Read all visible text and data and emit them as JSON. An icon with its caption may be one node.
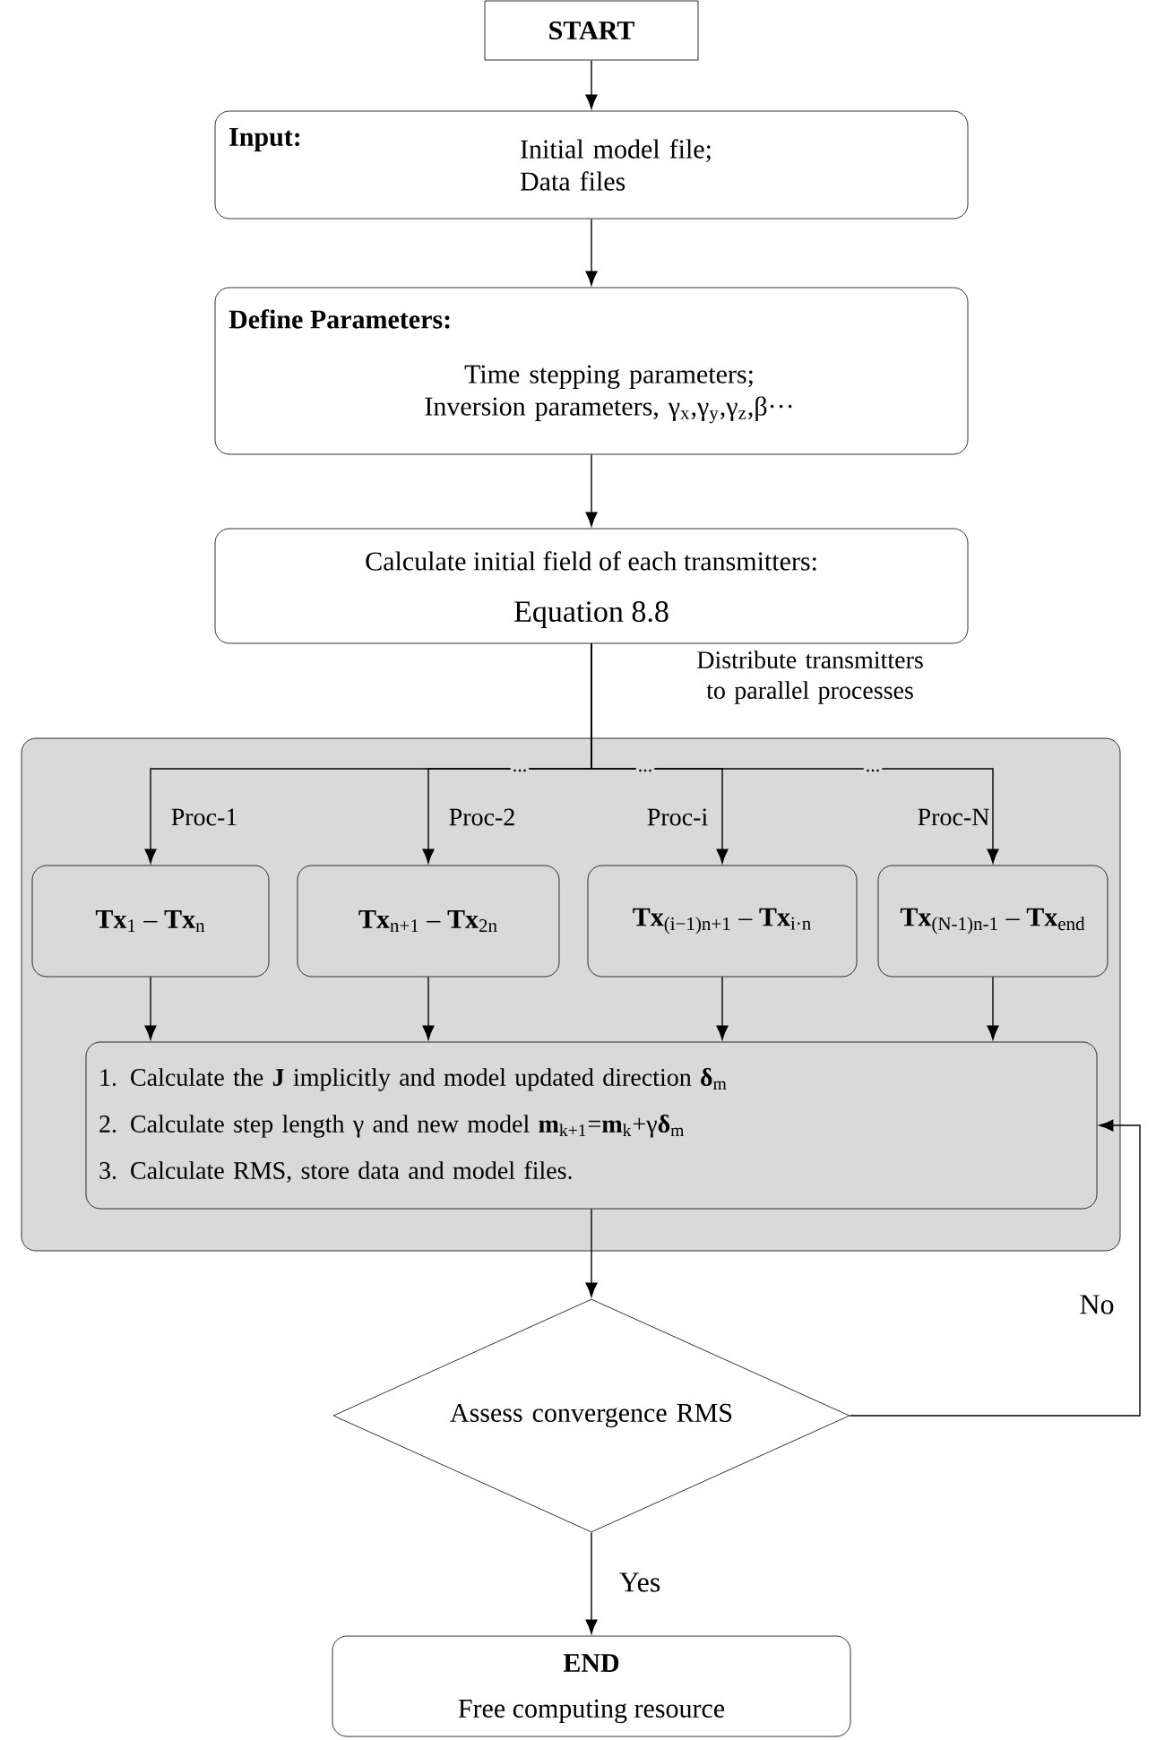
{
  "diagram": {
    "nodes": [
      {
        "text": [
          "START"
        ]
      },
      {
        "text": [
          "Input:",
          "Initial model file; Data files"
        ]
      },
      {
        "text": [
          "Define Parameters:",
          "Time stepping parameters; Inversion parameters, γ$_{x}$,γ$_{y}$,γ$_{z}$,β···"
        ]
      },
      {
        "text": [
          "Calculate initial field of each transmitters:",
          "Equation 8.8"
        ]
      },
      {
        "text": [],
        "shape": "box"
      },
      {
        "text": [
          "**Tx**$_{1}$ – **Tx**$_{n}$"
        ],
        "in": 4
      },
      {
        "text": [
          "**Tx**$_{n+1}$ – **Tx**$_{2n}$"
        ],
        "in": 4
      },
      {
        "text": [
          "**Tx**$_{(i−1)n+1}$ – **Tx**$_{i·n}$"
        ],
        "in": 4
      },
      {
        "text": [
          "**Tx**$_{(N-1)n-1}$ – **Tx**$_{end}$"
        ],
        "in": 4
      },
      {
        "text": [
          "1. Calculate the **J** implicitly and model updated direction **δ**$_{m}$",
          "2. Calculate step length γ and new model **m**$_{k+1}$=**m**$_{k}$+γ**δ**$_{m}$",
          "3. Calculate RMS, store data and model files."
        ],
        "in": 4
      },
      {
        "text": [
          "Assess convergence RMS"
        ]
      },
      {
        "text": [
          "END",
          "Free computing resource"
        ]
      }
    ],
    "edges": [
      {
        "from": 0,
        "to": 1,
        "arrow": "to"
      },
      {
        "from": 1,
        "to": 2,
        "arrow": "to"
      },
      {
        "from": 2,
        "to": 3,
        "arrow": "to"
      },
      {
        "from": 3,
        "to": 5,
        "arrow": "to",
        "label": "Proc-1"
      },
      {
        "from": 3,
        "to": 6,
        "arrow": "to",
        "label": "Proc-2"
      },
      {
        "from": 3,
        "to": 7,
        "arrow": "to",
        "label": "Proc-i"
      },
      {
        "from": 3,
        "to": 8,
        "arrow": "to",
        "label": "Proc-N"
      },
      {
        "from": 5,
        "to": 9,
        "arrow": "to"
      },
      {
        "from": 6,
        "to": 9,
        "arrow": "to"
      },
      {
        "from": 7,
        "to": 9,
        "arrow": "to"
      },
      {
        "from": 8,
        "to": 9,
        "arrow": "to"
      },
      {
        "from": 9,
        "to": 10,
        "arrow": "to"
      },
      {
        "from": 10,
        "to": 9,
        "arrow": "to",
        "label": "No"
      },
      {
        "from": 10,
        "to": 11,
        "arrow": "to",
        "label": "Yes"
      }
    ],
    "labels": [
      "Distribute transmitters to parallel processes",
      "...",
      "...",
      "..."
    ]
  }
}
